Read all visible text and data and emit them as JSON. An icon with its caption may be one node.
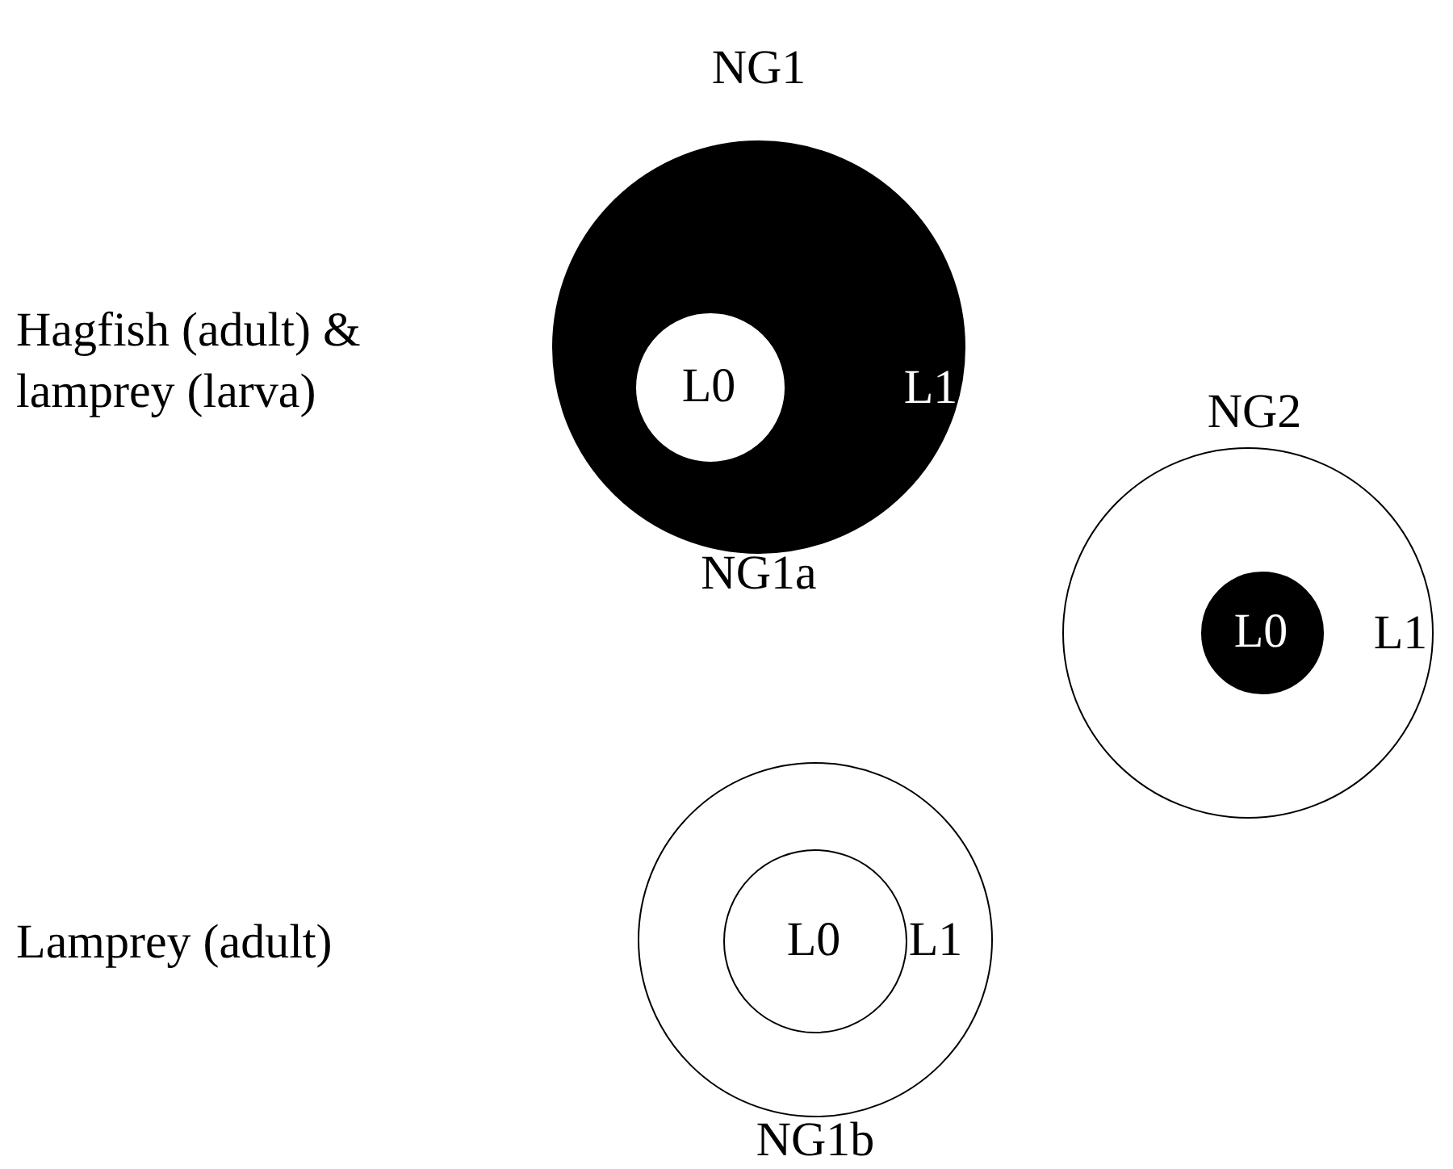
{
  "diagram": {
    "nodes": [
      {
        "text": [
          "L1"
        ],
        "beside": [
          "NG1",
          "NG1a"
        ]
      },
      {
        "text": [
          "L0"
        ],
        "in": 0
      },
      {
        "text": [
          "L1"
        ],
        "beside": [
          "NG2"
        ]
      },
      {
        "text": [
          "L0"
        ],
        "in": 2
      },
      {
        "text": [
          "L1"
        ],
        "beside": [
          "NG1b"
        ]
      },
      {
        "text": [
          "L0"
        ],
        "in": 4
      }
    ],
    "labels": [
      "Hagfish (adult) & lamprey (larva)",
      "Lamprey (adult)"
    ]
  }
}
